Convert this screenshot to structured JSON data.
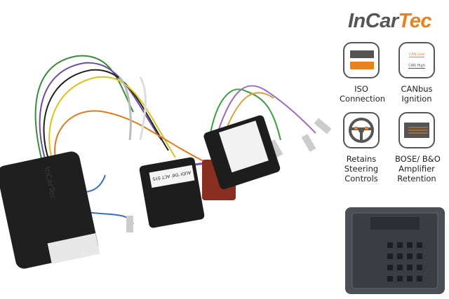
{
  "brand": {
    "part1": "InCar",
    "part2": "Tec",
    "accent": "#e8821e",
    "grey": "#555555"
  },
  "features": [
    {
      "icon": "iso-connector-icon",
      "lines": [
        "ISO",
        "Connection"
      ]
    },
    {
      "icon": "canbus-icon",
      "lines": [
        "CANbus",
        "Ignition"
      ],
      "icon_text": [
        "CAN Low",
        "CAN High"
      ]
    },
    {
      "icon": "steering-wheel-icon",
      "lines": [
        "Retains",
        "Steering",
        "Controls"
      ]
    },
    {
      "icon": "amplifier-icon",
      "lines": [
        "BOSE/ B&O",
        "Amplifier",
        "Retention"
      ]
    }
  ],
  "product": {
    "module_brand": "InCarTec",
    "connector_label": "AUDI 'D6' ACT SYS"
  }
}
